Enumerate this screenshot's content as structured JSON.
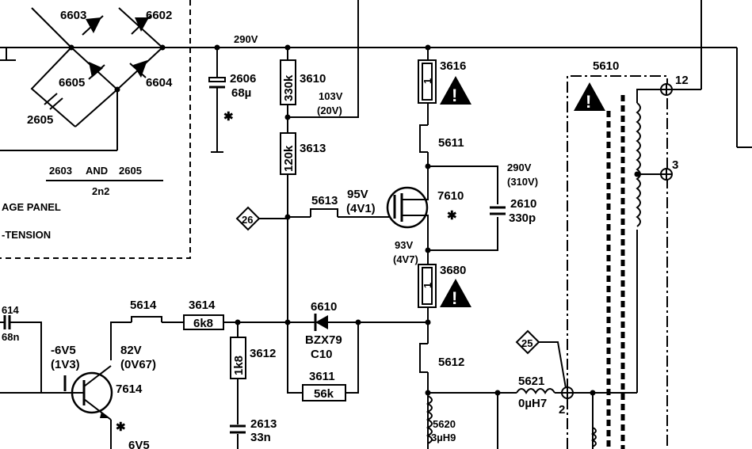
{
  "nets": {
    "v290": "290V",
    "v103": "103V",
    "v103_alt": "(20V)",
    "v95": "95V",
    "v95_alt": "(4V1)",
    "v93": "93V",
    "v93_alt": "(4V7)",
    "v290_drain": "290V",
    "v290_drain_alt": "(310V)",
    "vneg6": "-6V5",
    "vneg6_alt": "(1V3)",
    "v82": "82V",
    "v82_alt": "(0V67)",
    "v6v5_partial": "6V5"
  },
  "components": {
    "d6603": "6603",
    "d6602": "6602",
    "d6605": "6605",
    "d6604": "6604",
    "c2605": "2605",
    "c2606": "2606",
    "c2606_val": "68µ",
    "r3610": "3610",
    "r3610_val": "330k",
    "r3613": "3613",
    "r3613_val": "120k",
    "r3616": "3616",
    "r3616_val": "1",
    "l5611": "5611",
    "l5613": "5613",
    "q7610": "7610",
    "c2610": "2610",
    "c2610_val": "330p",
    "r3680": "3680",
    "r3680_val": "1",
    "l5612": "5612",
    "d6610": "6610",
    "d6610_type": "BZX79",
    "d6610_type2": "C10",
    "r3611": "3611",
    "r3611_val": "56k",
    "l5614": "5614",
    "r3614": "3614",
    "r3614_val": "6k8",
    "r3612": "3612",
    "r3612_val": "1k8",
    "c2613": "2613",
    "c2613_val": "33n",
    "q7614": "7614",
    "c614_partial": "614",
    "c614_val_partial": "68n",
    "l5620": "5620",
    "l5620_val": "3µH9",
    "l5621": "5621",
    "l5621_val": "0µH7",
    "t5610": "5610"
  },
  "notes": {
    "note_line1_a": "2603",
    "note_line1_and": "AND",
    "note_line1_b": "2605",
    "note_line2": "2n2",
    "panel_text1": "AGE  PANEL",
    "panel_text2": "-TENSION"
  },
  "connectors": {
    "c26": "26",
    "c25": "25"
  },
  "pins": {
    "p12": "12",
    "p3": "3",
    "p2": "2"
  },
  "icons": {
    "warning": "warning-triangle-icon",
    "safety": "safety-star-icon"
  }
}
